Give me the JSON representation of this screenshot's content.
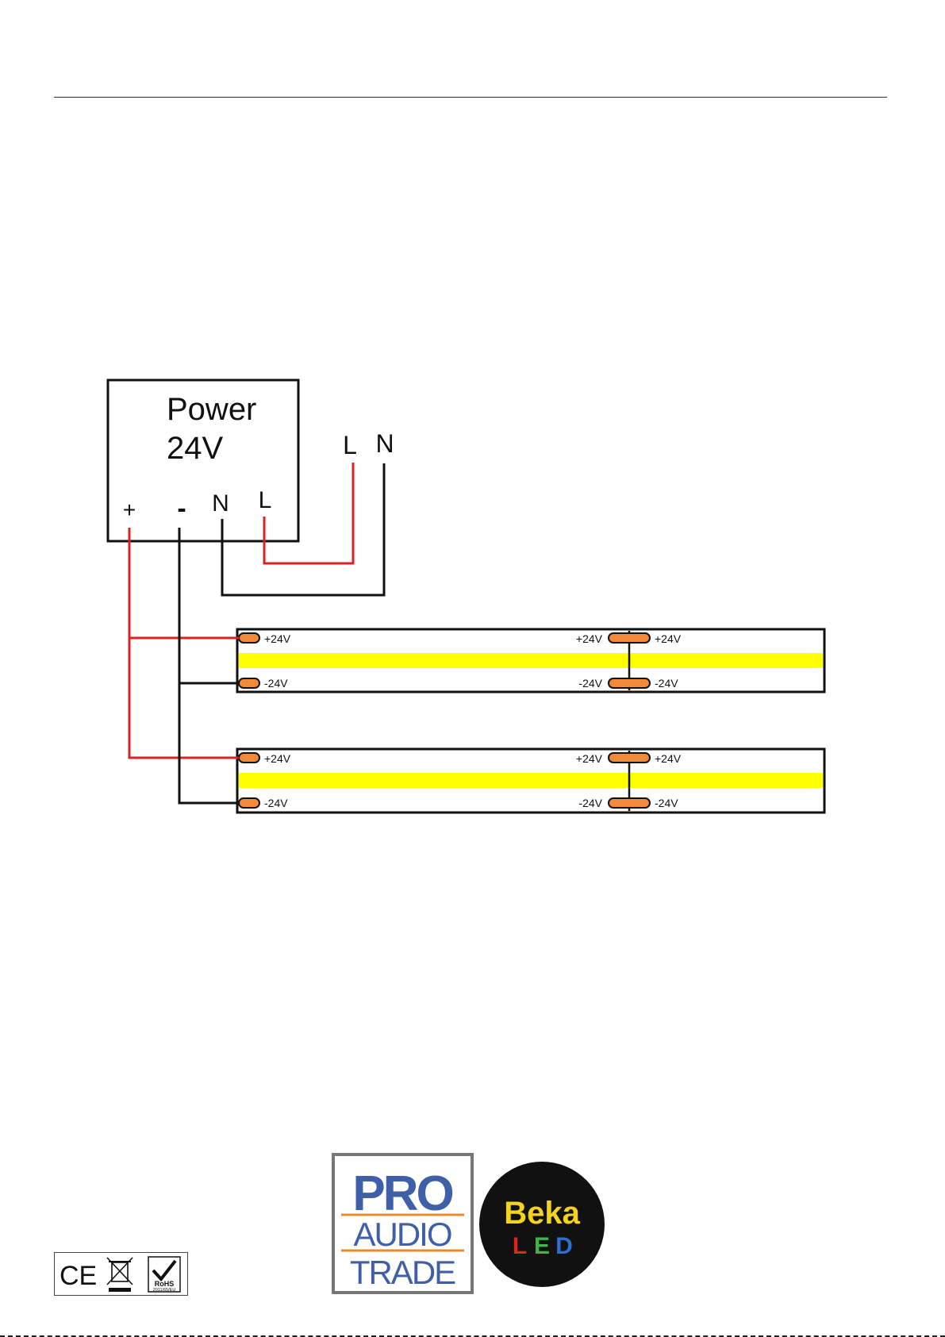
{
  "diagram": {
    "power_supply": {
      "title_line1": "Power",
      "title_line2": "24V",
      "terminals": {
        "plus": "+",
        "minus": "-",
        "neutral": "N",
        "live": "L"
      }
    },
    "mains": {
      "live": "L",
      "neutral": "N"
    },
    "strip_labels": {
      "plus": "+24V",
      "minus": "-24V"
    },
    "colors": {
      "positive_wire": "#e02020",
      "negative_wire": "#111111",
      "strip_emitter": "#ffff00",
      "solder_pad": "#f0893a"
    }
  },
  "footer": {
    "certifications": {
      "ce": "CE",
      "rohs": "RoHS",
      "rohs_directive": "2011/65/EU"
    },
    "logos": {
      "pro_audio_trade": {
        "line1": "PRO",
        "line2": "AUDIO",
        "line3": "TRADE"
      },
      "beka_led": {
        "word1": "Beka",
        "letters": [
          "L",
          "E",
          "D"
        ]
      }
    }
  }
}
